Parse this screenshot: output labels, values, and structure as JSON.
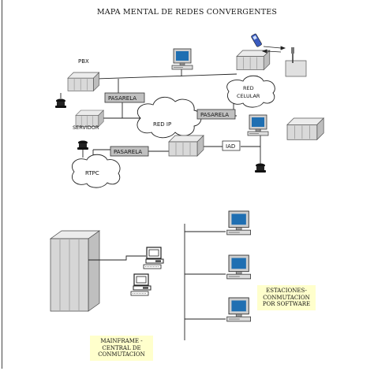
{
  "title": "MAPA MENTAL DE REDES CONVERGENTES",
  "nodes": {
    "pbx": "PBX",
    "pasarela_1": "PASARELA",
    "pasarela_2": "PASARELA",
    "pasarela_3": "PASARELA",
    "servidor": "SERVIDOR",
    "red_ip": "RED IP",
    "red_celular_1": "RED",
    "red_celular_2": "CELULAR",
    "rtpc": "RTPC",
    "iad": "IAD"
  },
  "notes": {
    "estaciones": [
      "ESTACIONES-",
      "CONMUTACION",
      "POR SOFTWARE"
    ],
    "mainframe": [
      "MAINFRAME -",
      "CENTRAL DE",
      "CONMUTACION"
    ]
  },
  "colors": {
    "note_fill": "#ffffcc",
    "server_fill": "#d9d9d9",
    "pasarela_fill": "#c0c0c0",
    "monitor_screen": "#1f6fb2"
  }
}
